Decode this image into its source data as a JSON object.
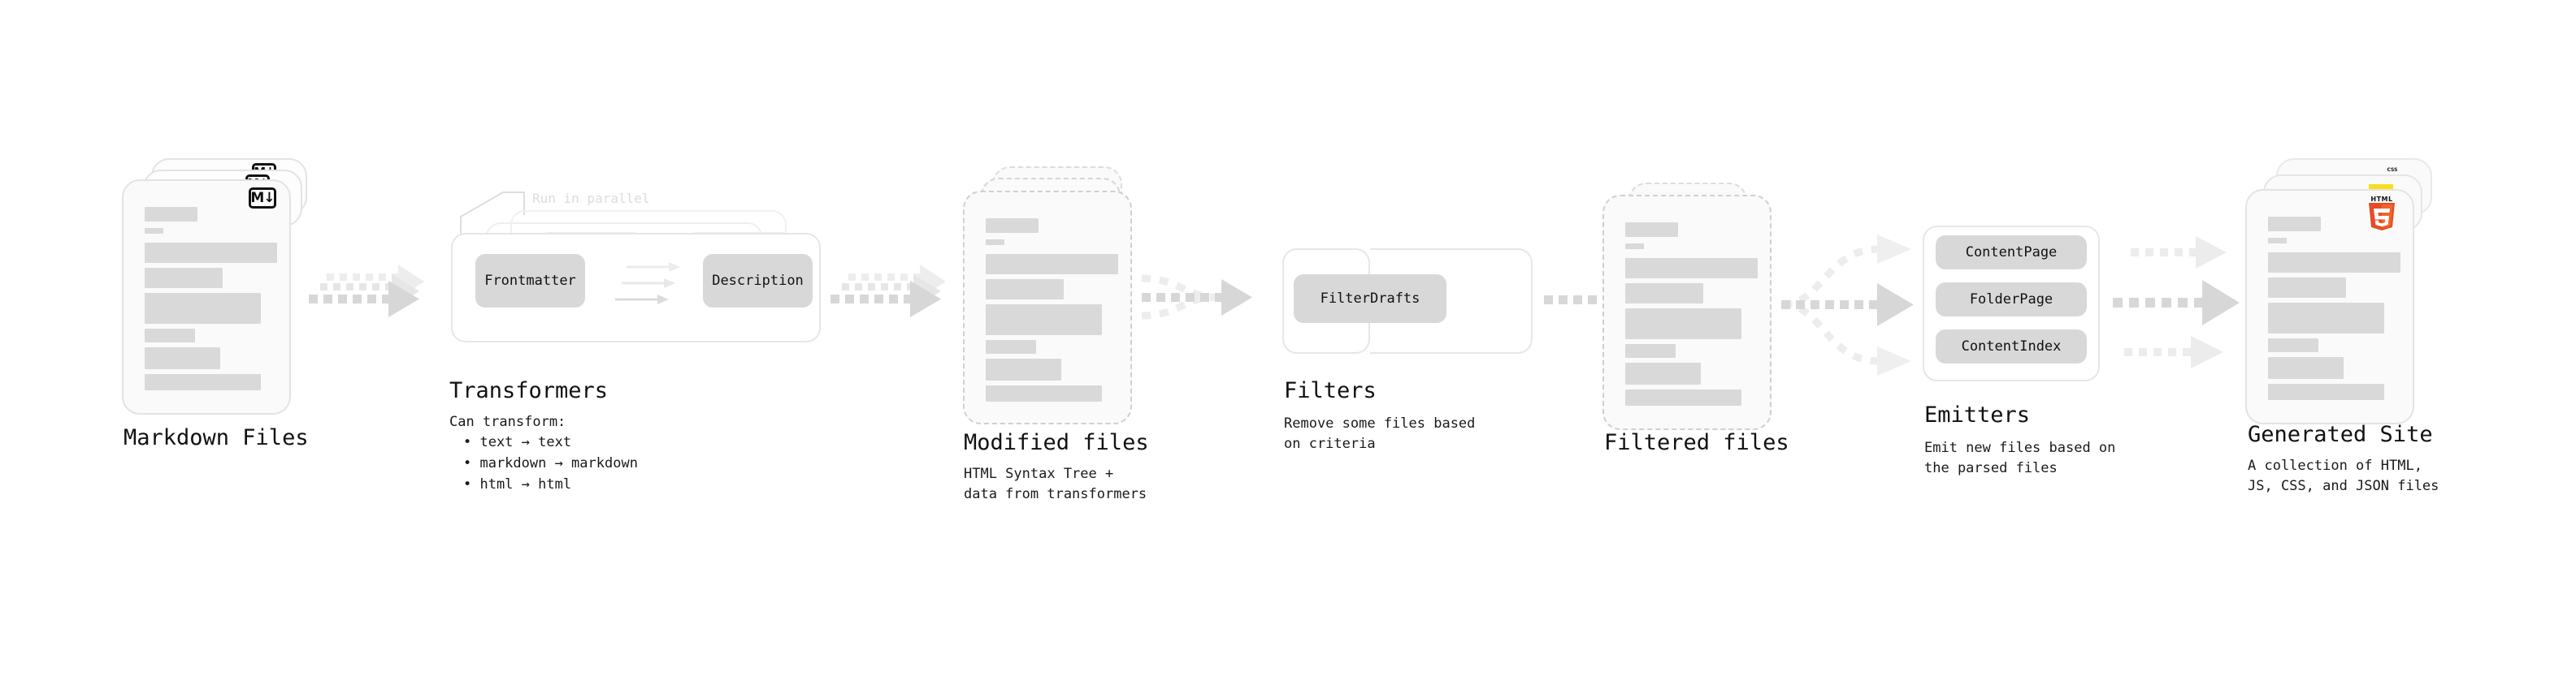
{
  "diagram": {
    "title_visible": false,
    "background": "#ffffff",
    "colors": {
      "bar": "#d9d9d9",
      "card_border": "#e3e3e3",
      "card_fill": "#fafafa",
      "dashed_border": "#d0d0d0",
      "pill_fill": "#d8d8d8",
      "arrow": "#d7d7d7",
      "arrow_faint": "#ececec",
      "ghost_text": "#dcdcdc",
      "html5_orange": "#e44d26",
      "html5_orange_light": "#f16529",
      "css_blue": "#264de4",
      "js_yellow": "#f7df1e"
    }
  },
  "stages": [
    {
      "id": "markdown-files",
      "title": "Markdown Files",
      "subtitle": "",
      "kind": "document-stack",
      "badge": "markdown-badge",
      "badge_text": "M↓",
      "stack_count": 3
    },
    {
      "id": "transformers",
      "title": "Transformers",
      "subtitle": "Can transform:",
      "kind": "group-box",
      "note": "Run in parallel",
      "stack_count": 3,
      "pills": [
        "Frontmatter",
        "Description"
      ],
      "bullets": [
        "• text → text",
        "• markdown → markdown",
        "• html → html"
      ]
    },
    {
      "id": "modified-files",
      "title": "Modified files",
      "subtitle": "HTML Syntax Tree +\ndata from transformers",
      "kind": "document-stack-dashed",
      "stack_count": 3
    },
    {
      "id": "filters",
      "title": "Filters",
      "subtitle": "Remove some files based\non criteria",
      "kind": "group-box",
      "pills": [
        "FilterDrafts"
      ]
    },
    {
      "id": "filtered-files",
      "title": "Filtered files",
      "subtitle": "",
      "kind": "document-stack-dashed",
      "stack_count": 2
    },
    {
      "id": "emitters",
      "title": "Emitters",
      "subtitle": "Emit new files based on\nthe parsed files",
      "kind": "group-box",
      "pills": [
        "ContentPage",
        "FolderPage",
        "ContentIndex"
      ]
    },
    {
      "id": "generated-site",
      "title": "Generated Site",
      "subtitle": "A collection of HTML,\nJS, CSS, and JSON files",
      "kind": "document-stack",
      "badges": [
        "css-badge",
        "js-badge",
        "html5-badge"
      ],
      "badge_labels": {
        "css": "CSS",
        "html5": "HTML"
      },
      "stack_count": 3
    }
  ],
  "connectors": [
    {
      "from": "markdown-files",
      "to": "transformers",
      "style": "dashed-arrow-multi"
    },
    {
      "from": "transformers",
      "to": "modified-files",
      "style": "dashed-arrow-multi"
    },
    {
      "from": "modified-files",
      "to": "filters",
      "style": "dashed-arrow-merge"
    },
    {
      "from": "filters",
      "to": "filtered-files",
      "style": "dashed-arrow"
    },
    {
      "from": "filtered-files",
      "to": "emitters",
      "style": "dashed-arrow-fan"
    },
    {
      "from": "emitters",
      "to": "generated-site",
      "style": "dashed-arrow-triple"
    }
  ]
}
